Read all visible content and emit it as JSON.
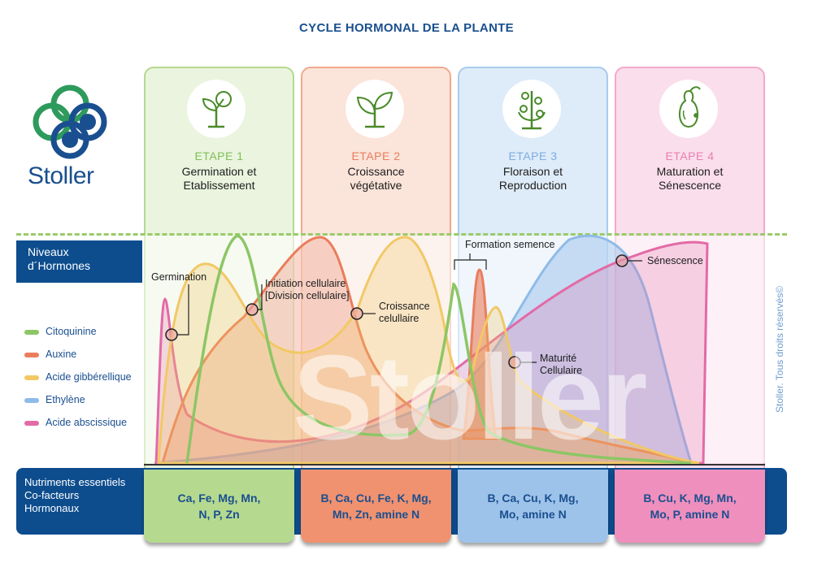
{
  "title": "CYCLE HORMONAL DE LA PLANTE",
  "brand": {
    "name": "Stoller",
    "watermark": "Stoller",
    "copyright": "Stoller. Tous droits réservés©"
  },
  "stages": [
    {
      "label": "ETAPE 1",
      "name_line1": "Germination et",
      "name_line2": "Etablissement",
      "color": "#7fbf55",
      "bg": "#eaf4df",
      "nutrients_line1": "Ca, Fe, Mg, Mn,",
      "nutrients_line2": "N, P, Zn",
      "nutri_bg": "#b5d98f"
    },
    {
      "label": "ETAPE 2",
      "name_line1": "Croissance",
      "name_line2": "végétative",
      "color": "#ea7d5c",
      "bg": "#fbe4da",
      "nutrients_line1": "B, Ca, Cu, Fe, K, Mg,",
      "nutrients_line2": "Mn, Zn, amine N",
      "nutri_bg": "#f0926f"
    },
    {
      "label": "ETAPE 3",
      "name_line1": "Floraison et",
      "name_line2": "Reproduction",
      "color": "#7aaee3",
      "bg": "#deebf8",
      "nutrients_line1": "B, Ca, Cu, K, Mg,",
      "nutrients_line2": "Mo, amine N",
      "nutri_bg": "#9ec3ea"
    },
    {
      "label": "ETAPE 4",
      "name_line1": "Maturation et",
      "name_line2": "Sénescence",
      "color": "#e77fb0",
      "bg": "#fbdeeb",
      "nutrients_line1": "B, Cu, K, Mg, Mn,",
      "nutrients_line2": "Mo, P, amine N",
      "nutri_bg": "#ef8fbd"
    }
  ],
  "side": {
    "hormone_levels_line1": "Niveaux",
    "hormone_levels_line2": "d´Hormones",
    "nutrients_line1": "Nutriments essentiels",
    "nutrients_line2": "Co-facteurs",
    "nutrients_line3": "Hormonaux"
  },
  "legend": [
    {
      "label": "Citoquinine",
      "color": "#8cc665"
    },
    {
      "label": "Auxine",
      "color": "#ea7d5c"
    },
    {
      "label": "Acide gibbérellique",
      "color": "#f2c865"
    },
    {
      "label": "Ethylène",
      "color": "#8fbbe8"
    },
    {
      "label": "Acide abscissique",
      "color": "#e36aa6"
    }
  ],
  "annotations": {
    "germination": "Germination",
    "initiation_line1": "Initiation cellulaire",
    "initiation_line2": "[Division cellulaire]",
    "croissance_line1": "Croissance",
    "croissance_line2": "celullaire",
    "formation": "Formation semence",
    "maturite_line1": "Maturité",
    "maturite_line2": "Cellulaire",
    "senescence": "Sénescence"
  }
}
